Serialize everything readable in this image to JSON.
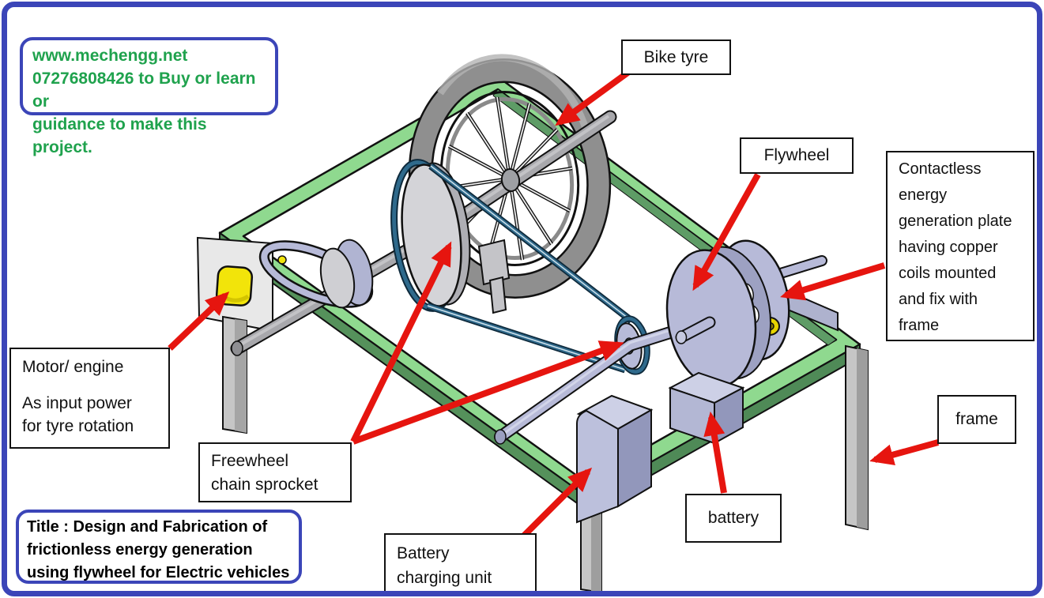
{
  "watermark_box": {
    "lines": [
      "www.mechengg.net",
      "07276808426 to Buy or learn or",
      "guidance to make this project."
    ]
  },
  "title_box": {
    "lines": [
      "Title : Design and Fabrication of",
      "frictionless energy generation",
      "using flywheel for Electric vehicles"
    ]
  },
  "labels": {
    "bike_tyre": "Bike tyre",
    "flywheel": "Flywheel",
    "contactless_plate": {
      "lines": [
        "Contactless",
        "energy",
        "generation plate",
        "having copper",
        "coils mounted",
        "and fix with",
        "frame"
      ]
    },
    "motor_engine": {
      "lines": [
        "Motor/ engine",
        "As input power",
        "for tyre rotation"
      ]
    },
    "freewheel": {
      "lines": [
        "Freewheel",
        "chain sprocket"
      ]
    },
    "battery_charging_unit": {
      "lines": [
        "Battery",
        "charging unit"
      ]
    },
    "battery": "battery",
    "frame": "frame"
  },
  "colors": {
    "border_blue": "#3B45B8",
    "watermark_green": "#1FA24D",
    "arrow_red": "#E6150F",
    "frame_green": "#8FD98F",
    "tyre_grey": "#8F8F8F",
    "machine_lavender": "#B7BAD8",
    "chain_teal": "#2F6A8C",
    "motor_yellow": "#F2E40A"
  }
}
